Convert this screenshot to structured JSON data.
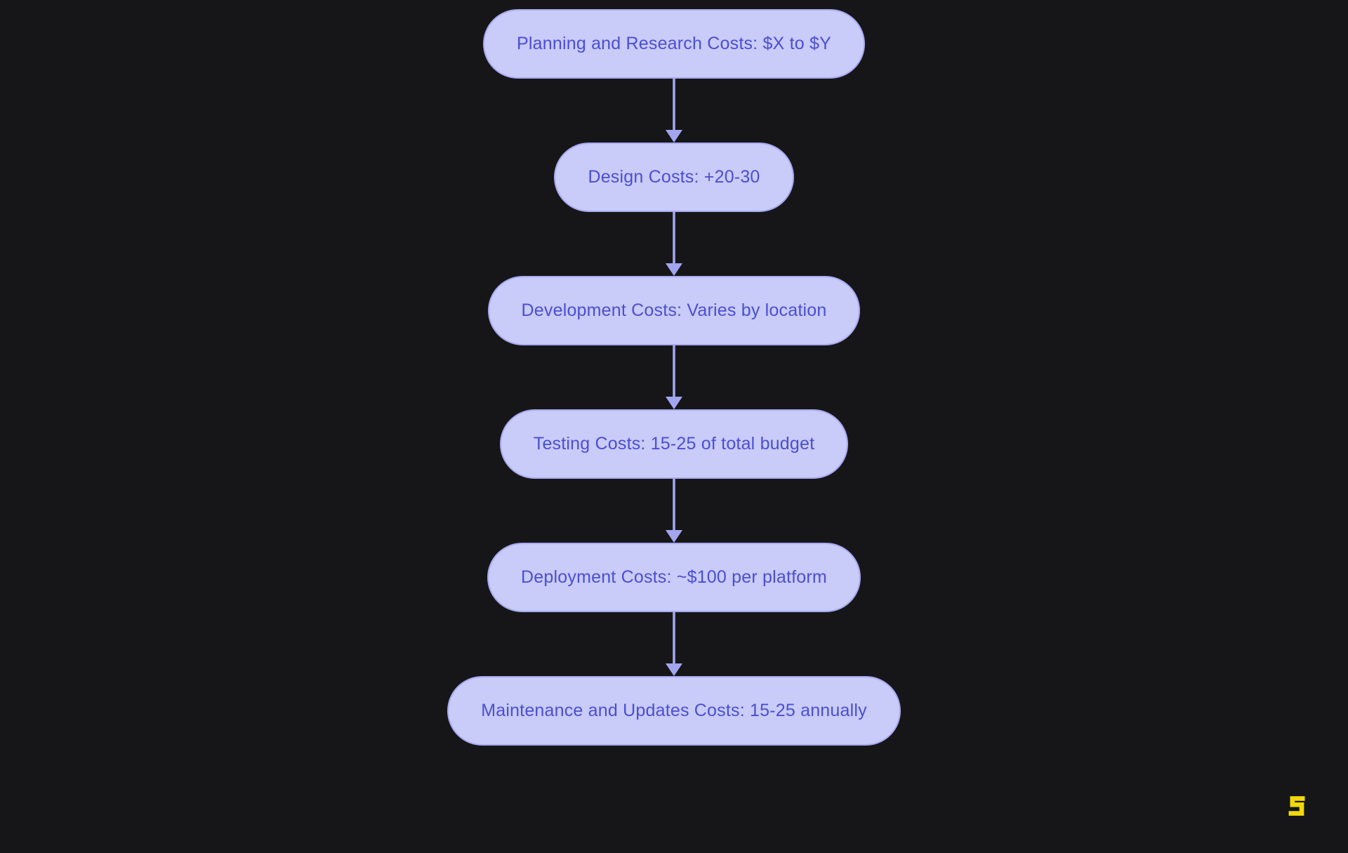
{
  "theme": {
    "background": "#161618",
    "node_fill": "#c9cbf8",
    "node_border": "#a7a9f1",
    "node_text": "#4a4fd1",
    "arrow_color": "#a2a6ee",
    "logo_color": "#f0d90a"
  },
  "flowchart": {
    "type": "vertical-flowchart",
    "nodes": [
      {
        "id": "planning",
        "label": "Planning and Research Costs: $X to $Y"
      },
      {
        "id": "design",
        "label": "Design Costs: +20-30"
      },
      {
        "id": "development",
        "label": "Development Costs: Varies by location"
      },
      {
        "id": "testing",
        "label": "Testing Costs: 15-25 of total budget"
      },
      {
        "id": "deployment",
        "label": "Deployment Costs: ~$100 per platform"
      },
      {
        "id": "maintenance",
        "label": "Maintenance and Updates Costs: 15-25 annually"
      }
    ],
    "edges": [
      {
        "from": "planning",
        "to": "design"
      },
      {
        "from": "design",
        "to": "development"
      },
      {
        "from": "development",
        "to": "testing"
      },
      {
        "from": "testing",
        "to": "deployment"
      },
      {
        "from": "deployment",
        "to": "maintenance"
      }
    ]
  },
  "watermark": {
    "icon": "s-logo-icon"
  }
}
